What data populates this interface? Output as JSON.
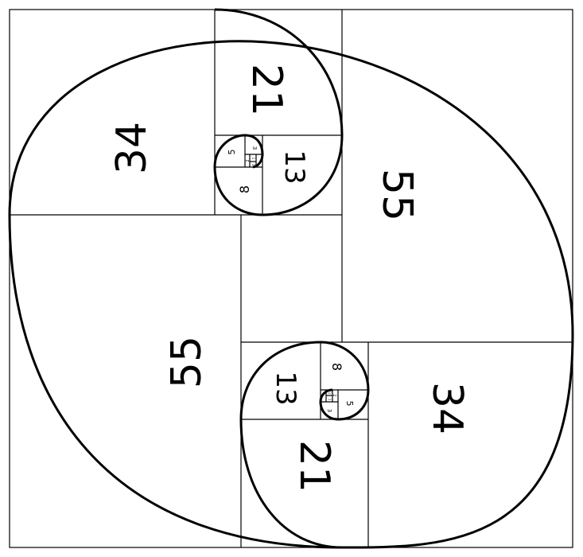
{
  "diagram": {
    "labels_upper": {
      "n34": "34",
      "n21": "21",
      "n13": "13",
      "n8": "8",
      "n5": "5",
      "n3": "3",
      "n2": "2",
      "n1a": "1",
      "n1b": "1"
    },
    "label_55_right": "55",
    "label_55_left": "55",
    "labels_lower": {
      "n34": "34",
      "n21": "21",
      "n13": "13",
      "n8": "8",
      "n5": "5",
      "n3": "3",
      "n2": "2",
      "n1a": "1",
      "n1b": "1"
    },
    "colors": {
      "stroke": "#000000",
      "background": "#ffffff"
    }
  }
}
